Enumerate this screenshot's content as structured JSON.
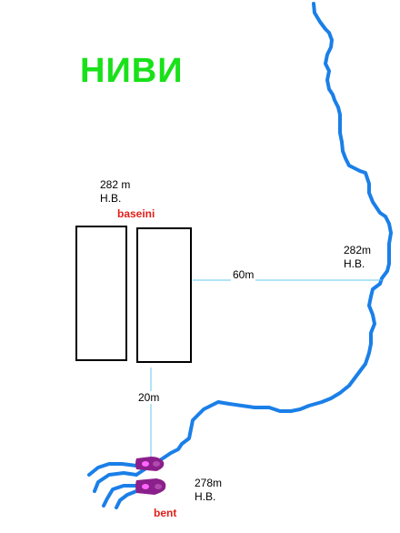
{
  "map": {
    "title": "НИВИ",
    "colors": {
      "river": "#1a7fe8",
      "title": "#19e119",
      "label_red": "#e0201a",
      "measure_line": "#66c8f0",
      "bent": "#8b1f8b",
      "pool_outline": "#000000"
    },
    "labels": {
      "pools_elevation_value": "282 m",
      "pools_elevation_ref": "H.B.",
      "pools_name": "baseini",
      "river_elevation_value": "282m",
      "river_elevation_ref": "H.B.",
      "distance_to_river": "60m",
      "distance_to_bent": "20m",
      "bent_elevation_value": "278m",
      "bent_elevation_ref": "H.B.",
      "bent_name": "bent"
    }
  }
}
